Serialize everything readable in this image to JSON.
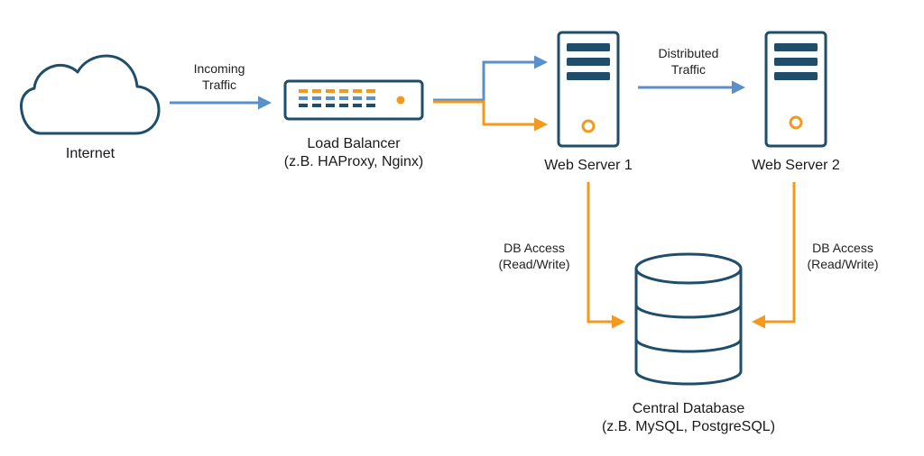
{
  "colors": {
    "outline": "#1f4e6b",
    "blue_arrow": "#5b8fc7",
    "orange_arrow": "#f39a1e",
    "fill": "#ffffff"
  },
  "nodes": {
    "internet": {
      "label": "Internet",
      "icon": "cloud-icon"
    },
    "load_balancer": {
      "label_line1": "Load Balancer",
      "label_line2": "(z.B. HAProxy, Nginx)",
      "icon": "load-balancer-icon"
    },
    "web_server_1": {
      "label": "Web Server 1",
      "icon": "server-icon"
    },
    "web_server_2": {
      "label": "Web Server 2",
      "icon": "server-icon"
    },
    "database": {
      "label_line1": "Central Database",
      "label_line2": "(z.B. MySQL, PostgreSQL)",
      "icon": "database-icon"
    }
  },
  "edges": {
    "incoming": {
      "line1": "Incoming",
      "line2": "Traffic"
    },
    "distributed": {
      "line1": "Distributed",
      "line2": "Traffic"
    },
    "db_access_1": {
      "line1": "DB Access",
      "line2": "(Read/Write)"
    },
    "db_access_2": {
      "line1": "DB Access",
      "line2": "(Read/Write)"
    }
  }
}
